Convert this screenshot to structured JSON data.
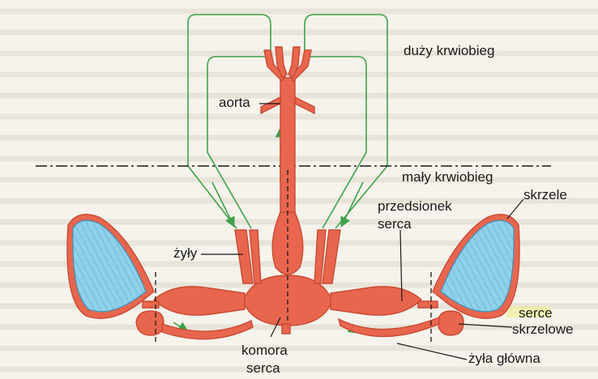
{
  "colors": {
    "vessel": "#e8664e",
    "vessel_stroke": "#c94a33",
    "gill": "#8fd0ea",
    "gill_stroke": "#3d8fb7",
    "flow": "#3fa14a",
    "line": "#1a1a1a"
  },
  "labels": {
    "large_circulation": "duży krwiobieg",
    "small_circulation": "mały krwiobieg",
    "aorta": "aorta",
    "veins": "żyły",
    "atrium_line1": "przedsionek",
    "atrium_line2": "serca",
    "gills": "skrzele",
    "gill_heart_line1": "serce",
    "gill_heart_line2": "skrzelowe",
    "ventricle_line1": "komora",
    "ventricle_line2": "serca",
    "main_vein": "żyła główna"
  }
}
